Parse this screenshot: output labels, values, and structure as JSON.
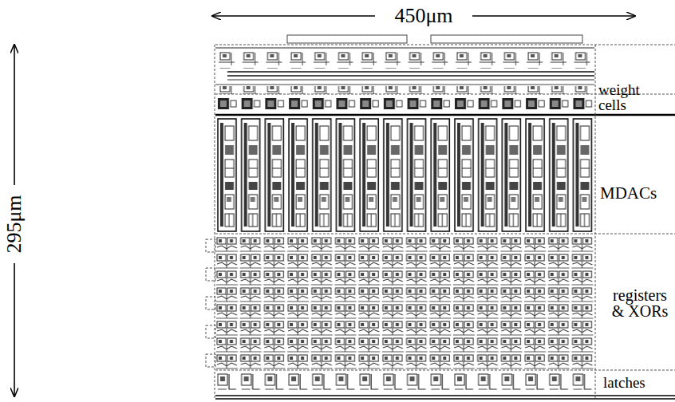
{
  "diagram": {
    "labels": [
      "450μm",
      "295μm",
      "weight cells",
      "MDACs",
      "registers & XORs",
      "latches"
    ]
  }
}
